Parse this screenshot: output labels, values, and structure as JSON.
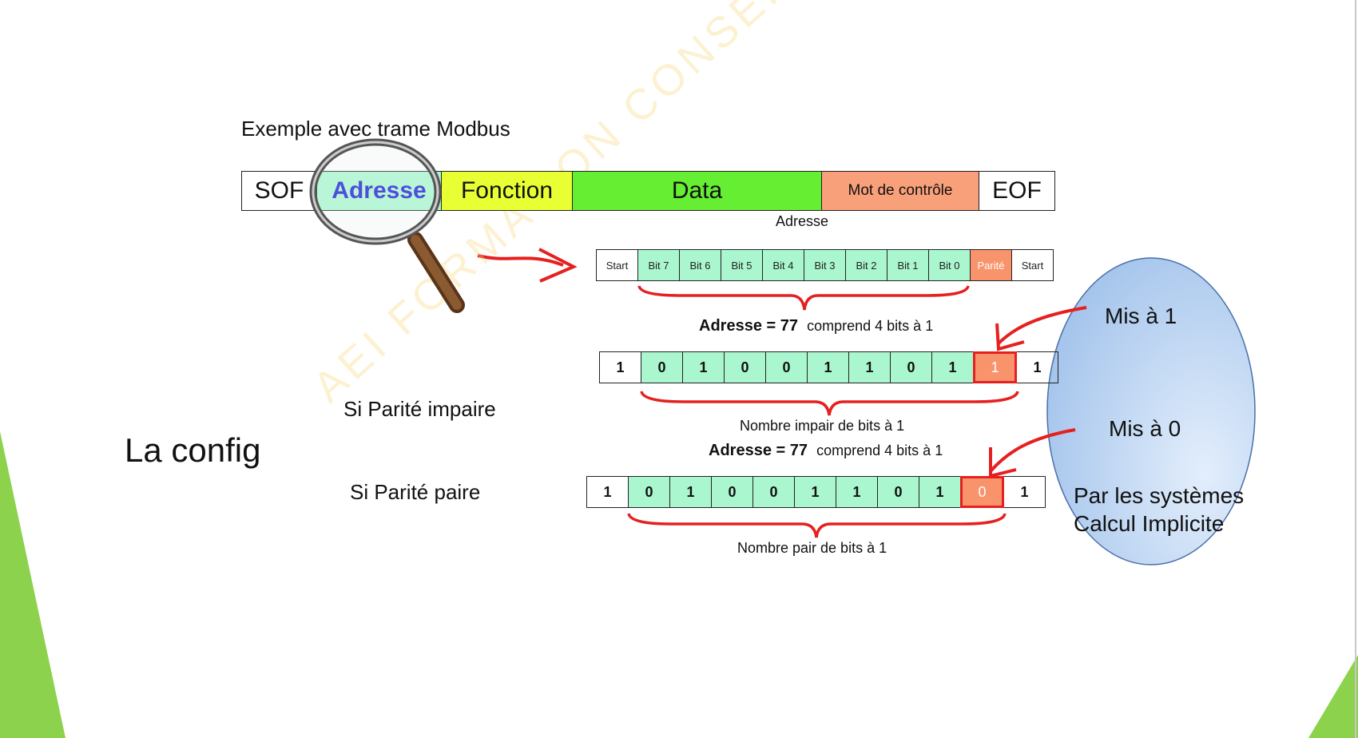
{
  "title": "Exemple avec trame Modbus",
  "frame": [
    {
      "label": "SOF",
      "color": "#ffffff"
    },
    {
      "label": "Adresse",
      "color": "#aaf7cf"
    },
    {
      "label": "Fonction",
      "color": "#e8ff33"
    },
    {
      "label": "Data",
      "color": "#66ee33"
    },
    {
      "label": "Mot de contrôle",
      "color": "#f8a07a"
    },
    {
      "label": "EOF",
      "color": "#ffffff"
    }
  ],
  "zoom_label": "Adresse",
  "bit_fields": [
    "Start",
    "Bit 7",
    "Bit 6",
    "Bit 5",
    "Bit 4",
    "Bit 3",
    "Bit 2",
    "Bit 1",
    "Bit 0",
    "Parité",
    "Start"
  ],
  "odd": {
    "heading_bold": "Adresse = 77",
    "heading_rest": "comprend 4 bits à 1",
    "values": [
      "1",
      "0",
      "1",
      "0",
      "0",
      "1",
      "1",
      "0",
      "1",
      "1",
      "1"
    ],
    "brace_label": "Nombre impair de bits à 1",
    "side_label": "Si Parité impaire",
    "parity_note": "Mis à 1"
  },
  "even": {
    "heading_bold": "Adresse = 77",
    "heading_rest": "comprend 4 bits à 1",
    "values": [
      "1",
      "0",
      "1",
      "0",
      "0",
      "1",
      "1",
      "0",
      "1",
      "0",
      "1"
    ],
    "brace_label": "Nombre pair de bits à 1",
    "side_label": "Si Parité paire",
    "parity_note": "Mis à 0"
  },
  "config_label": "La config",
  "ellipse_text_line1": "Par les systèmes",
  "ellipse_text_line2": "Calcul Implicite",
  "watermark": "AEI FORMATION CONSEIL",
  "colors": {
    "bit_green": "#aaf7cf",
    "parity": "#f8936b",
    "accent_red": "#e62020",
    "ellipse": "#a9c8ee",
    "adresse_blue": "#1a1ad6"
  }
}
